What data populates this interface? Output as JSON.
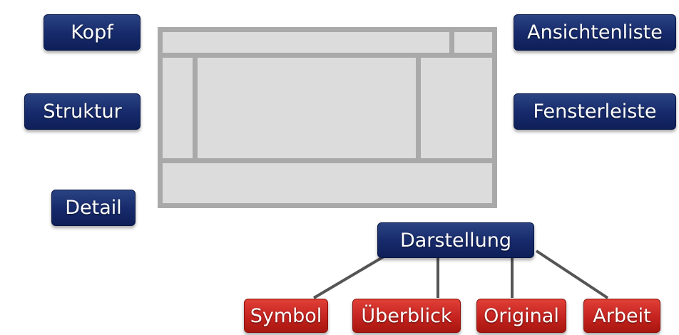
{
  "layout_labels": {
    "kopf": "Kopf",
    "struktur": "Struktur",
    "detail": "Detail",
    "ansichtenliste": "Ansichtenliste",
    "fensterleiste": "Fensterleiste"
  },
  "darstellung": {
    "label": "Darstellung",
    "modes": [
      "Symbol",
      "Überblick",
      "Original",
      "Arbeit"
    ]
  },
  "colors": {
    "blue_box": "#16296a",
    "red_box": "#c5231f",
    "pane_fill": "#dcdcdc",
    "pane_border": "#a9a9a9",
    "connector": "#555555"
  }
}
